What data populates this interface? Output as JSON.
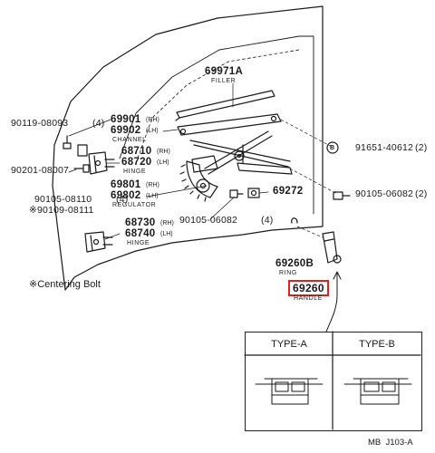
{
  "parts": {
    "filler": {
      "number": "69971A",
      "name": "FILLER"
    },
    "channel": {
      "number_rh": "69901",
      "tag_rh": "(RH)",
      "number_lh": "69902",
      "tag_lh": "(LH)",
      "name": "CHANNEL"
    },
    "bolt_top": {
      "number": "90119-08093",
      "qty": "(4)"
    },
    "hinge_upper": {
      "number_rh": "68710",
      "tag_rh": "(RH)",
      "number_lh": "68720",
      "tag_lh": "(LH)",
      "name": "HINGE"
    },
    "bolt_mid": {
      "number": "90201-08007"
    },
    "bolt_regulator": {
      "number": "90105-08110",
      "qty": "(4)"
    },
    "centering_bolt": {
      "number": "※90109-08111"
    },
    "regulator": {
      "number_rh": "69801",
      "tag_rh": "(RH)",
      "number_lh": "69802",
      "tag_lh": "(LH)",
      "name": "REGULATOR"
    },
    "hinge_lower": {
      "number_rh": "68730",
      "tag_rh": "(RH)",
      "number_lh": "68740",
      "tag_lh": "(LH)",
      "name": "HINGE"
    },
    "circle_b": {
      "mark": "B",
      "number": "91651-40612",
      "qty": "(2)"
    },
    "bolt_right": {
      "number": "90105-06082",
      "qty": "(2)"
    },
    "part_69272": {
      "number": "69272"
    },
    "bolt_bottom": {
      "number": "90105-06082",
      "qty": "(4)"
    },
    "ring": {
      "number": "69260B",
      "name": "RING"
    },
    "handle": {
      "number": "69260",
      "name": "HANDLE"
    }
  },
  "footnote": "※Centering Bolt",
  "types": {
    "a_label": "TYPE-A",
    "b_label": "TYPE-B"
  },
  "code": "MB  J103-A",
  "colors": {
    "line": "#1a1a1a",
    "highlight": "#e0201a"
  }
}
